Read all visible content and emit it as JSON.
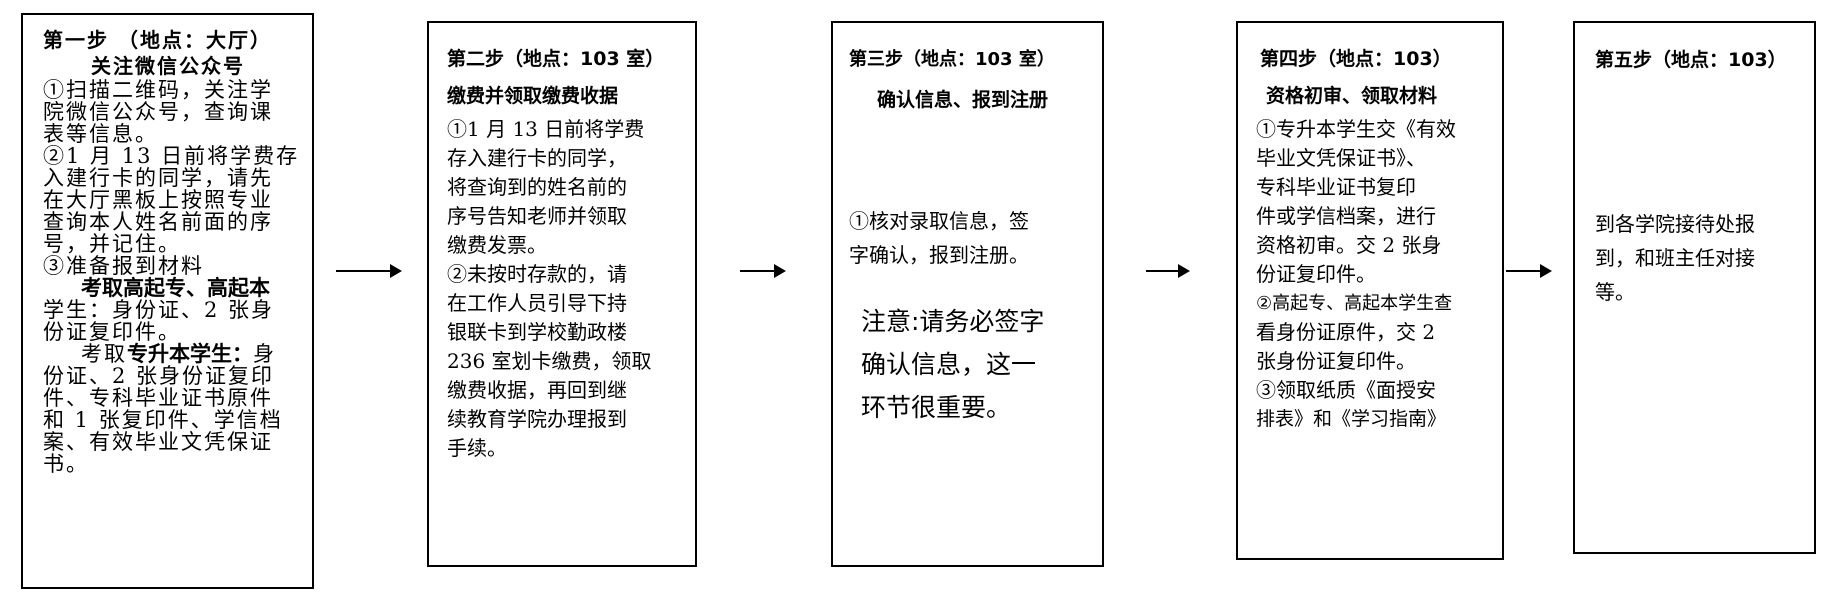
{
  "steps": [
    {
      "title": "第一步 （地点：大厅）",
      "subtitle": "关注微信公众号",
      "lines": [
        "①扫描二维码，关注学",
        "院微信公众号，查询课",
        "表等信息。",
        "②1 月 13 日前将学费存",
        "入建行卡的同学，请先",
        "在大厅黑板上按照专业",
        "查询本人姓名前面的序",
        "号，并记住。",
        "③准备报到材料"
      ],
      "group1_title": "考取高起专、高起本",
      "group1_lines": [
        "学生：身份证、2 张身",
        "份证复印件。"
      ],
      "group2_prefix": "考取",
      "group2_bold": "专升本学生：",
      "group2_first": "身",
      "group2_lines": [
        "份证、2 张身份证复印",
        "件、专科毕业证书原件",
        "和 1 张复印件、学信档",
        "案、有效毕业文凭保证",
        "书。"
      ]
    },
    {
      "title": "第二步（地点：103 室）",
      "subtitle": "缴费并领取缴费收据",
      "lines": [
        "①1 月 13 日前将学费",
        "存入建行卡的同学，",
        "将查询到的姓名前的",
        "序号告知老师并领取",
        "缴费发票。",
        "②未按时存款的，请",
        "在工作人员引导下持",
        "银联卡到学校勤政楼",
        "236 室划卡缴费，领取",
        "缴费收据，再回到继",
        "续教育学院办理报到",
        "手续。"
      ]
    },
    {
      "title": "第三步（地点：103 室）",
      "subtitle": "确认信息、报到注册",
      "lines": [
        "①核对录取信息，签",
        "字确认，报到注册。"
      ],
      "note_lines": [
        "注意:请务必签字",
        "确认信息，这一",
        "环节很重要。"
      ]
    },
    {
      "title": "第四步（地点：103）",
      "subtitle": "资格初审、领取材料",
      "lines": [
        "①专升本学生交《有效",
        "毕业文凭保证书》、",
        "专科毕业证书复印",
        "件或学信档案，进行",
        "资格初审。交 2 张身",
        "份证复印件。",
        "②高起专、高起本学生查",
        "看身份证原件，交 2",
        "张身份证复印件。",
        "③领取纸质《面授安",
        "排表》和《学习指南》"
      ]
    },
    {
      "title": "第五步（地点：103）",
      "lines": [
        "到各学院接待处报",
        "到，和班主任对接",
        "等。"
      ]
    }
  ]
}
